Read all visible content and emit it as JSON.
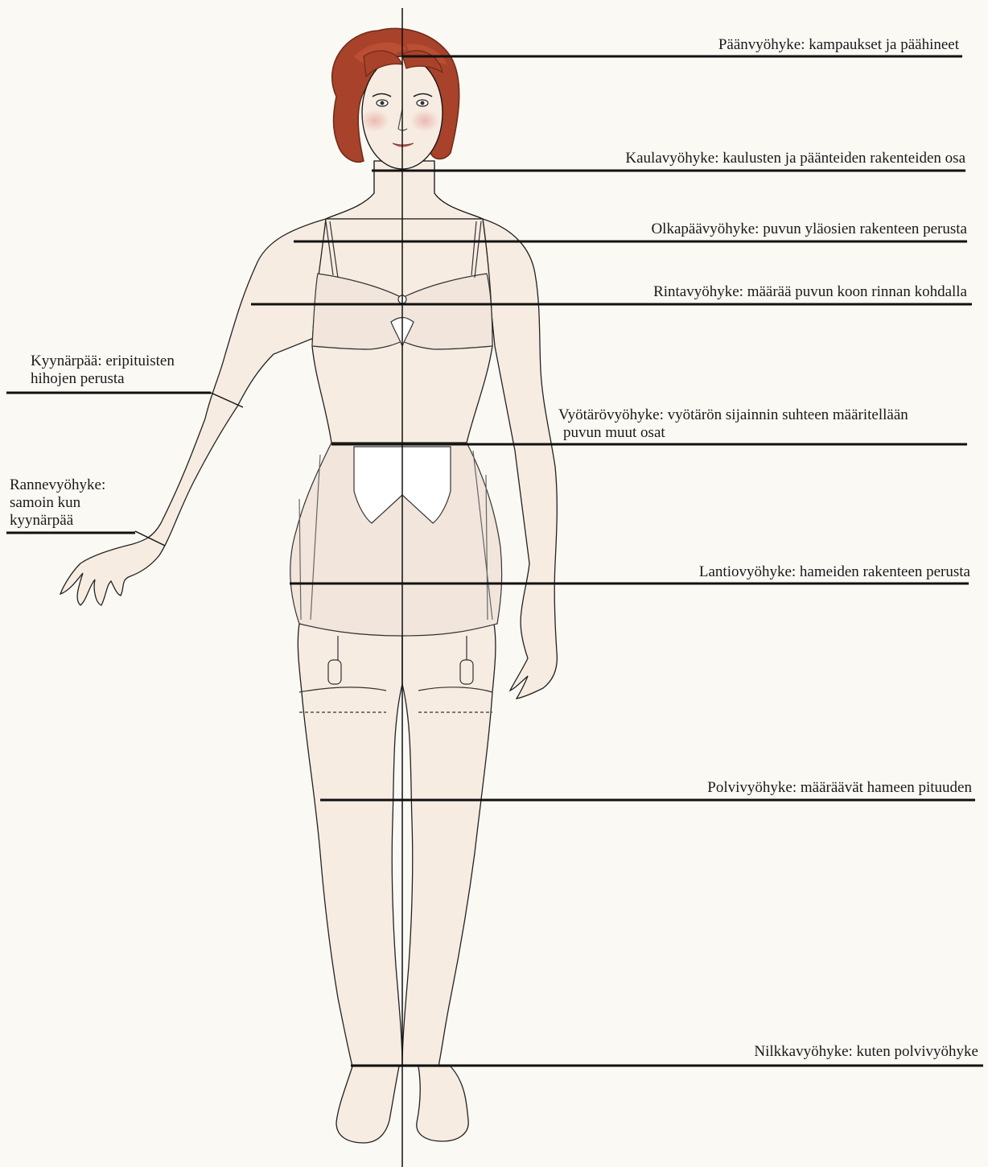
{
  "zones": {
    "head": "Päänvyöhyke: kampaukset ja päähineet",
    "neck": "Kaulavyöhyke: kaulusten ja päänteiden rakenteiden osa",
    "shoulder": "Olkapäävyöhyke: puvun yläosien rakenteen perusta",
    "bust": "Rintavyöhyke: määrää puvun koon rinnan kohdalla",
    "waist_line1": "Vyötärövyöhyke: vyötärön sijainnin suhteen määritellään",
    "waist_line2": "puvun muut osat",
    "hip": "Lantiovyöhyke: hameiden rakenteen perusta",
    "knee": "Polvivyöhyke: määräävät hameen pituuden",
    "ankle": "Nilkkavyöhyke: kuten polvivyöhyke",
    "elbow_line1": "Kyynärpää: eripituisten",
    "elbow_line2": "hihojen perusta",
    "wrist_line1": "Rannevyöhyke:",
    "wrist_line2": "samoin kun",
    "wrist_line3": "kyynärpää"
  },
  "colors": {
    "skin": "#f6ece1",
    "skin_shadow": "#e8d5c6",
    "hair": "#a8422a",
    "hair_dark": "#6e2a18",
    "cheek": "#e9a3a0",
    "garment": "#f1e5dc",
    "garment_shadow": "#d9c3bd",
    "ink": "#111111",
    "pencil": "#4a4a4a"
  }
}
